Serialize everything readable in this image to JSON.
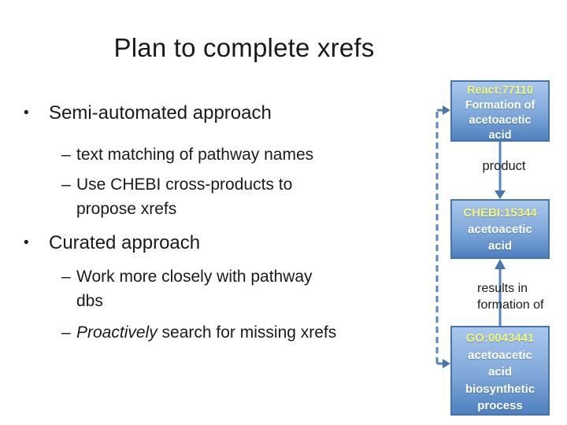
{
  "slide": {
    "title": "Plan to complete xrefs"
  },
  "markers": {
    "bullet": "•",
    "dash": "–"
  },
  "bullets": [
    {
      "level": 1,
      "text": "Semi-automated approach"
    },
    {
      "level": 2,
      "lines": [
        "text matching of pathway names"
      ]
    },
    {
      "level": 2,
      "lines": [
        "Use CHEBI cross-products to",
        "propose xrefs"
      ]
    },
    {
      "level": 1,
      "text": "Curated approach"
    },
    {
      "level": 2,
      "lines": [
        "Work more closely with pathway",
        "dbs"
      ]
    },
    {
      "level": 2,
      "italic": "Proactively",
      "rest": " search for missing xrefs"
    }
  ],
  "diagram": {
    "nodes": [
      {
        "id": "React:77110",
        "lines": [
          "Formation of",
          "acetoacetic",
          "acid"
        ]
      },
      {
        "id": "CHEBI:15344",
        "lines": [
          "acetoacetic",
          "acid"
        ]
      },
      {
        "id": "GO:0043441",
        "lines": [
          "acetoacetic",
          "acid",
          "biosynthetic",
          "process"
        ]
      }
    ],
    "labels": {
      "product": "product",
      "results_line1": "results in",
      "results_line2": "formation of"
    }
  },
  "theme": {
    "node_fill_top": "#AAC7EC",
    "node_fill_mid": "#7FA8D9",
    "node_fill_bottom": "#4E80BF",
    "node_border": "#4674AC",
    "connector": "#5585C6",
    "arrowhead": "#4876AE",
    "id_text": "#F2F67E",
    "node_text": "#FFFFFF",
    "body_text": "#1A1A1A",
    "background": "#FFFFFF"
  }
}
